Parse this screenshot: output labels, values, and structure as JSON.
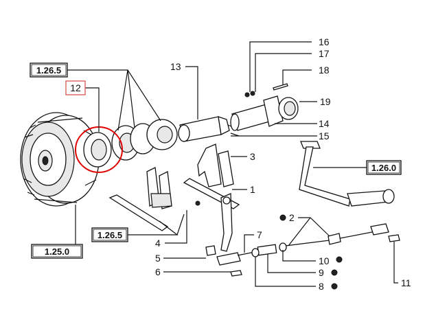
{
  "ref_boxes": {
    "top_left": "1.26.5",
    "highlight": "12",
    "bottom_left_group": "1.25.0",
    "middle_group": "1.26.5",
    "pedal_group": "1.26.0"
  },
  "callouts": {
    "c1": "1",
    "c2": "2",
    "c3": "3",
    "c4": "4",
    "c5": "5",
    "c6": "6",
    "c7": "7",
    "c8": "8",
    "c9": "9",
    "c10": "10",
    "c11": "11",
    "c13": "13",
    "c14": "14",
    "c15": "15",
    "c16": "16",
    "c17": "17",
    "c18": "18",
    "c19": "19"
  },
  "colors": {
    "highlight_box": "#d9534f",
    "highlight_circle": "#e00000",
    "line": "#111111"
  }
}
